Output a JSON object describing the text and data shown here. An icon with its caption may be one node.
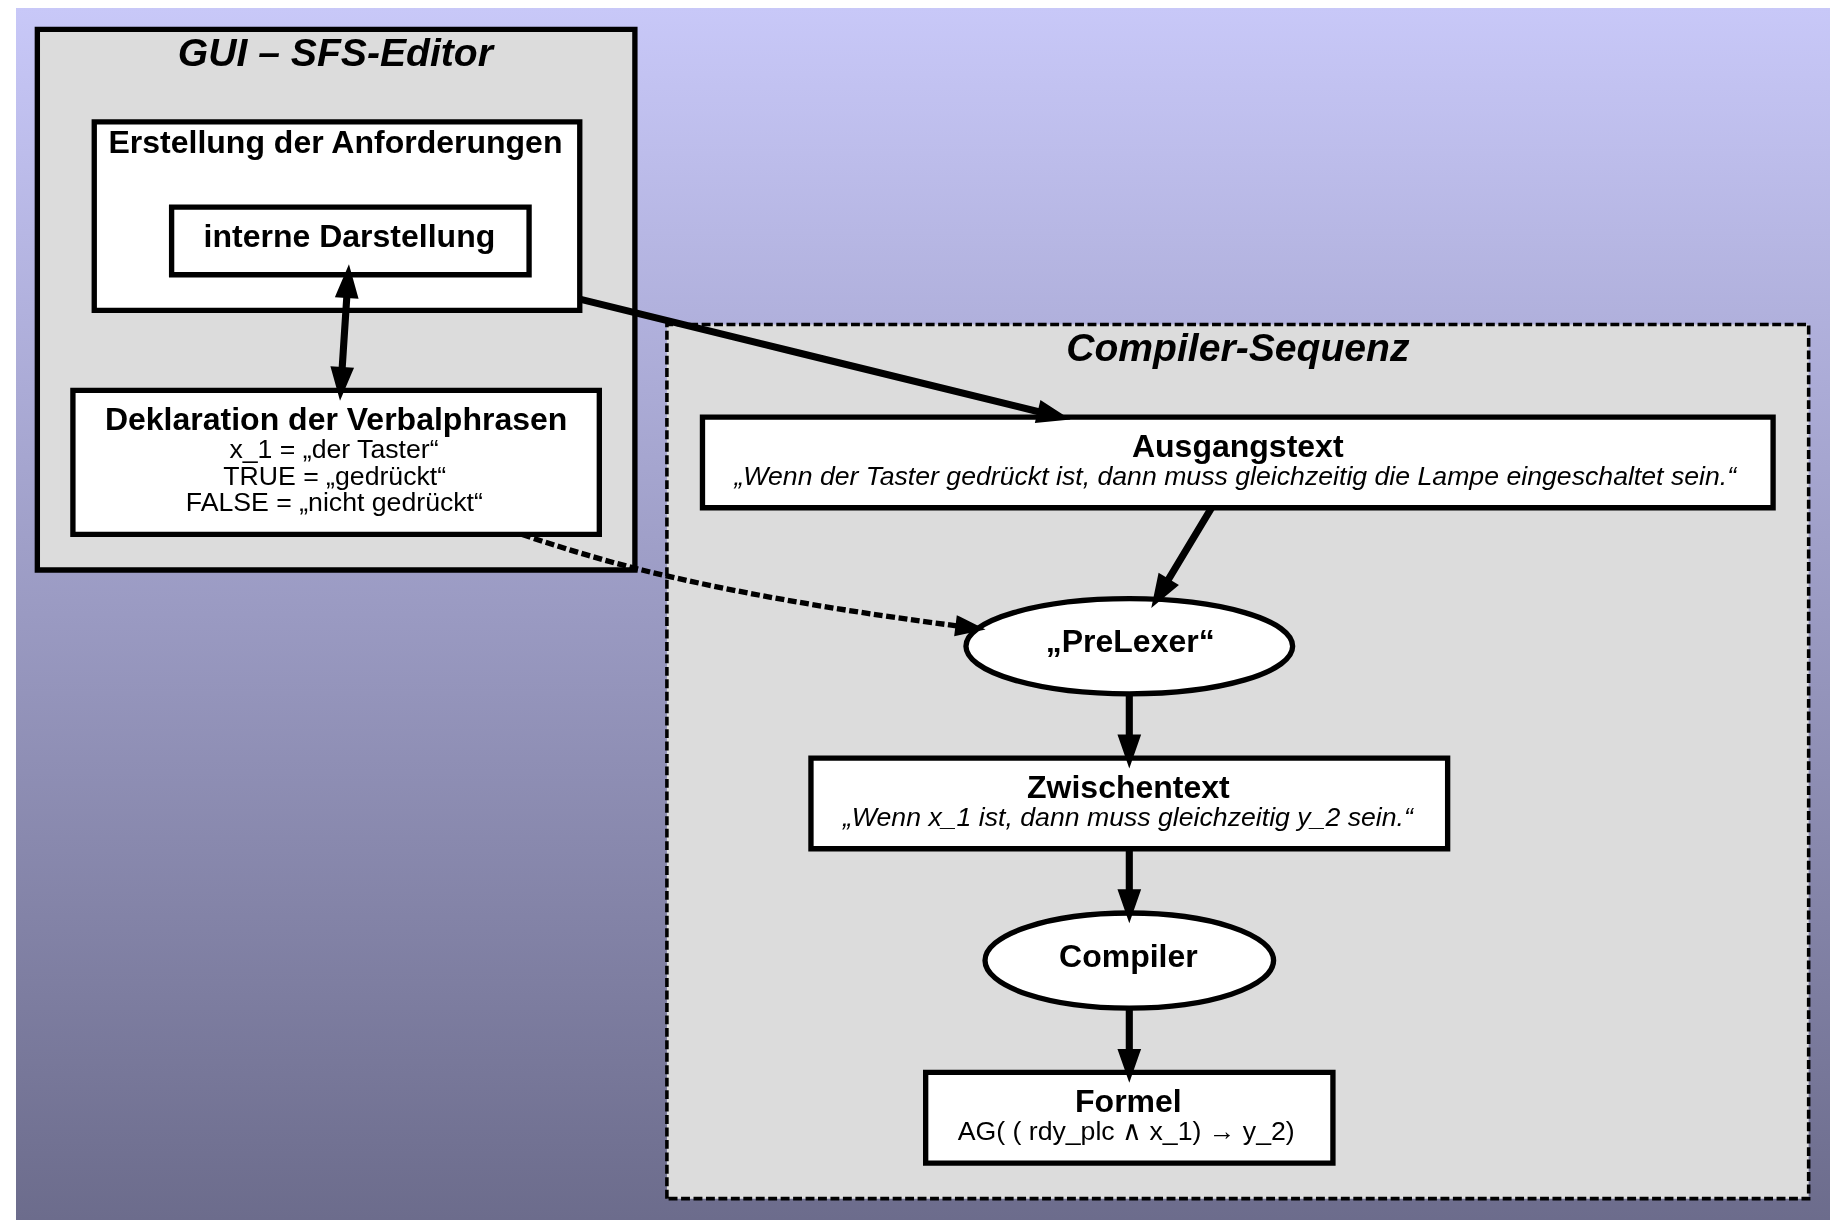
{
  "diagram": {
    "nodes": [
      {
        "text": [
          "GUI – SFS-Editor"
        ]
      },
      {
        "text": [
          "Erstellung der Anforderungen"
        ],
        "in": 0
      },
      {
        "text": [
          "interne Darstellung"
        ],
        "in": 1
      },
      {
        "text": [
          "Deklaration der Verbalphrasen",
          "x_1 = „der Taster“",
          "TRUE = „gedrückt“",
          "FALSE = „nicht gedrückt“"
        ],
        "in": 0
      },
      {
        "text": [
          "Compiler-Sequenz"
        ]
      },
      {
        "text": [
          "Ausgangstext",
          "„Wenn der Taster gedrückt ist, dann muss gleichzeitig die Lampe eingeschaltet sein.“"
        ],
        "in": 4
      },
      {
        "text": [
          "„PreLexer“"
        ],
        "in": 4
      },
      {
        "text": [
          "Zwischentext",
          "„Wenn x_1 ist, dann muss gleichzeitig y_2 sein.“"
        ],
        "in": 4
      },
      {
        "text": [
          "Compiler"
        ],
        "in": 4
      },
      {
        "text": [
          "Formel",
          "AG( ( rdy_plc ∧ x_1) → y_2)"
        ],
        "in": 4
      }
    ],
    "edges": [
      {
        "from": 1,
        "to": 5,
        "arrow": "to"
      },
      {
        "from": 2,
        "to": 3,
        "arrow": "both"
      },
      {
        "from": 3,
        "to": 6,
        "arrow": "to",
        "style": "dashed"
      },
      {
        "from": 5,
        "to": 6,
        "arrow": "to"
      },
      {
        "from": 6,
        "to": 7,
        "arrow": "to"
      },
      {
        "from": 7,
        "to": 8,
        "arrow": "to"
      },
      {
        "from": 8,
        "to": 9,
        "arrow": "to"
      }
    ]
  }
}
